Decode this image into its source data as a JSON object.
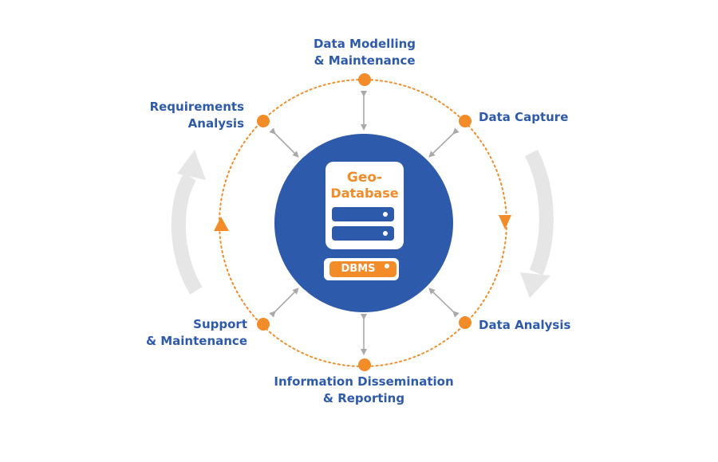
{
  "center": {
    "title_line1": "Geo-",
    "title_line2": "Database",
    "dbms_label": "DBMS"
  },
  "stages": {
    "top": {
      "line1": "Data Modelling",
      "line2": "& Maintenance"
    },
    "top_left": {
      "line1": "Requirements",
      "line2": "Analysis"
    },
    "top_right": {
      "line1": "Data Capture"
    },
    "bottom_right": {
      "line1": "Data Analysis"
    },
    "bottom": {
      "line1": "Information Dissemination",
      "line2": "& Reporting"
    },
    "bottom_left": {
      "line1": "Support",
      "line2": "& Maintenance"
    }
  },
  "colors": {
    "primary_blue": "#2e5aac",
    "accent_orange": "#f28c28",
    "connector_gray": "#a9a9a9",
    "cycle_arrow_gray": "#e6e6e6"
  }
}
